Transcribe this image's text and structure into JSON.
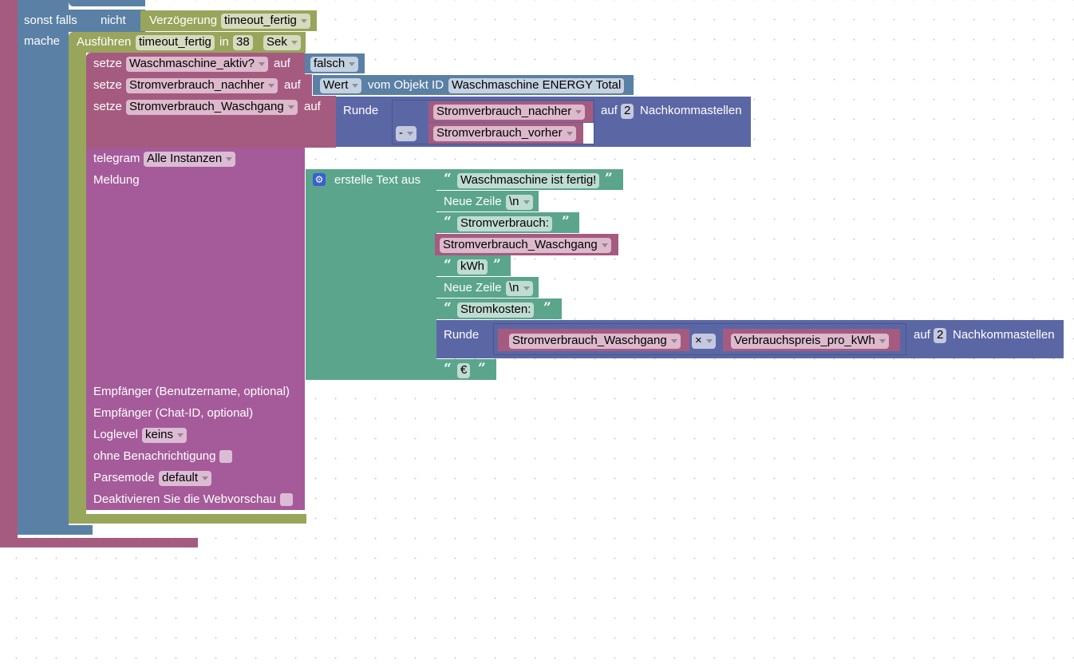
{
  "colors": {
    "procedure": "#a55b80",
    "logic": "#5b80a5",
    "timeout": "#98a55b",
    "variable": "#a55b80",
    "math": "#5b67a5",
    "text": "#5ba58c",
    "telegram": "#a55b99",
    "field_logic": "#c4d1e0",
    "field_timeout": "#d6dbbf",
    "field_var": "#dcb9cc",
    "field_text": "#bfdcd1",
    "field_telegram": "#dcbcd4"
  },
  "if_block": {
    "else_if_label": "sonst falls",
    "do_label": "mache",
    "not_label": "nicht",
    "delay_label": "Verzögerung",
    "delay_var": "timeout_fertig"
  },
  "timeout_block": {
    "label": "Ausführen",
    "name": "timeout_fertig",
    "in_label": "in",
    "value": "38",
    "unit": "Sek"
  },
  "set_blocks": [
    {
      "label": "setze",
      "var": "Waschmaschine_aktiv?",
      "to_label": "auf",
      "value": "falsch"
    },
    {
      "label": "setze",
      "var": "Stromverbrauch_nachher",
      "to_label": "auf",
      "value_mode": "Wert",
      "from_label": "vom Objekt ID",
      "object_id": "Waschmaschine ENERGY  Total"
    },
    {
      "label": "setze",
      "var": "Stromverbrauch_Waschgang",
      "to_label": "auf"
    }
  ],
  "round_block_1": {
    "label": "Runde",
    "operand_a": "Stromverbrauch_nachher",
    "operator": "-",
    "operand_b": "Stromverbrauch_vorher",
    "to_label": "auf",
    "decimals": "2",
    "decimals_label": "Nachkommastellen"
  },
  "telegram_block": {
    "label": "telegram",
    "instance": "Alle Instanzen",
    "message_label": "Meldung",
    "recipient_user_label": "Empfänger (Benutzername, optional)",
    "recipient_chat_label": "Empfänger (Chat-ID, optional)",
    "loglevel_label": "Loglevel",
    "loglevel": "keins",
    "silent_label": "ohne Benachrichtigung",
    "silent": false,
    "parsemode_label": "Parsemode",
    "parsemode": "default",
    "disable_preview_label": "Deaktivieren Sie die Webvorschau",
    "disable_preview": false
  },
  "text_join": {
    "label": "erstelle Text aus",
    "items": [
      {
        "type": "text",
        "value": "Waschmaschine ist fertig!"
      },
      {
        "type": "newline",
        "label": "Neue Zeile",
        "value": "\\n"
      },
      {
        "type": "text",
        "value": "Stromverbrauch: "
      },
      {
        "type": "variable",
        "value": "Stromverbrauch_Waschgang"
      },
      {
        "type": "text",
        "value": "kWh"
      },
      {
        "type": "newline",
        "label": "Neue Zeile",
        "value": "\\n"
      },
      {
        "type": "text",
        "value": "Stromkosten: "
      },
      {
        "type": "round"
      },
      {
        "type": "text",
        "value": "€"
      }
    ]
  },
  "round_block_2": {
    "label": "Runde",
    "operand_a": "Stromverbrauch_Waschgang",
    "operator": "×",
    "operand_b": "Verbrauchspreis_pro_kWh",
    "to_label": "auf",
    "decimals": "2",
    "decimals_label": "Nachkommastellen"
  },
  "quote_open": "“",
  "quote_close": "”"
}
